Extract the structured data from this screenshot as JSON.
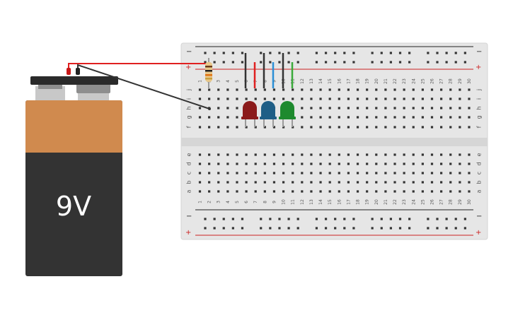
{
  "battery": {
    "label": "9V",
    "body_color": "#333333",
    "label_band_color": "#d08a4e",
    "cap_color": "#2a2a2a",
    "terminal_color": "#9a9a9a"
  },
  "breadboard": {
    "board_color": "#e6e6e6",
    "hole_color": "#333333",
    "positive_rail_color": "#cc2222",
    "negative_rail_color": "#222222",
    "columns": [
      "1",
      "2",
      "3",
      "4",
      "5",
      "6",
      "7",
      "8",
      "9",
      "10",
      "11",
      "12",
      "13",
      "14",
      "15",
      "16",
      "17",
      "18",
      "19",
      "20",
      "21",
      "22",
      "23",
      "24",
      "25",
      "26",
      "27",
      "28",
      "29",
      "30"
    ],
    "upper_rows": [
      "j",
      "i",
      "h",
      "g",
      "f"
    ],
    "lower_rows": [
      "e",
      "d",
      "c",
      "b",
      "a"
    ],
    "rail_minus": "−",
    "rail_plus": "+"
  },
  "wires": {
    "red": "#e02020",
    "black": "#333333",
    "blue": "#2a8fd6",
    "green": "#3aaa3a"
  },
  "leds": {
    "red": "#8b1a1a",
    "blue": "#1f5e86",
    "green": "#1e8a2e"
  },
  "resistor": {
    "body_color": "#e8c88a",
    "band_colors": [
      "#6b3a1a",
      "#222222",
      "#e07010",
      "#c8a040"
    ]
  }
}
